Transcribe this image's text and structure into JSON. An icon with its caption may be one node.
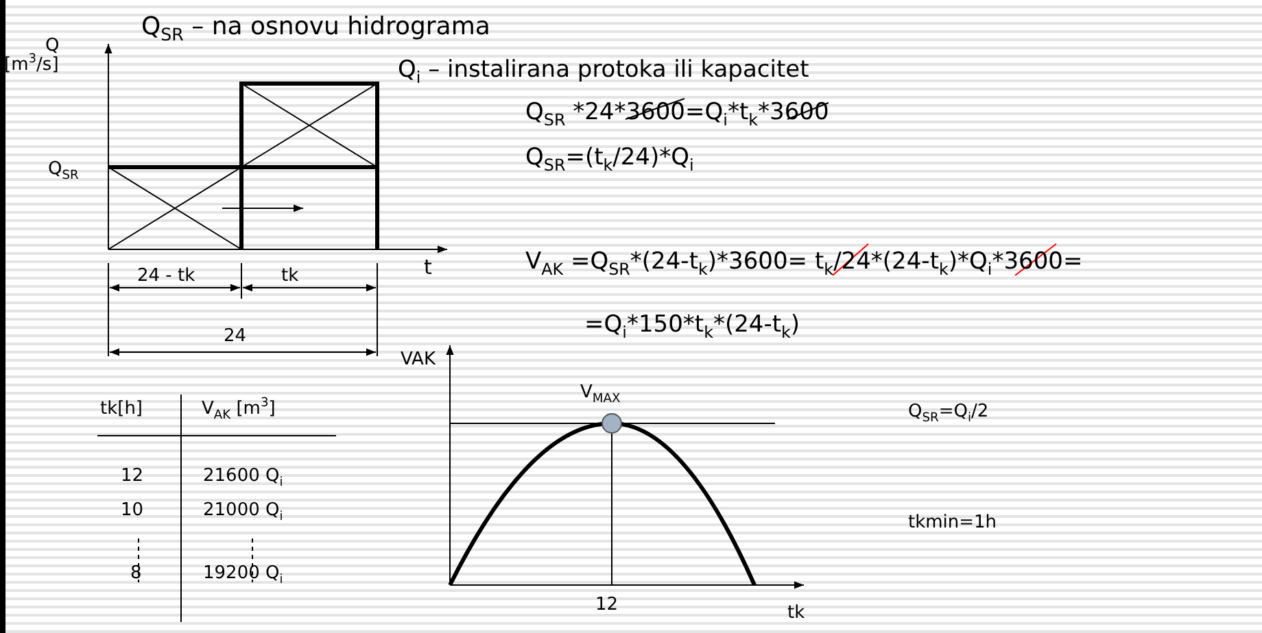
{
  "diagram": {
    "labels": [
      "Q$_{SR}$ – na osnovu hidrograma",
      "Q",
      "[m$^{3}$/s]",
      "Q$_{i}$ – instalirana protoka ili kapacitet",
      "Q$_{SR}$ *24*3600=Q$_{i}$*t$_{k}$*3600",
      "Q$_{SR}$",
      "Q$_{SR}$=(t$_{k}$/24)*Q$_{i}$",
      "t",
      "24 - tk",
      "tk",
      "V$_{AK}$ =Q$_{SR}$*(24-t$_{k}$)*3600=",
      "t$_{k}$/24*(24-t$_{k}$)*Q$_{i}$*3600=",
      "24",
      "=Q$_{i}$*150*t$_{k}$*(24-t$_{k}$)",
      "VAK",
      "tk[h]",
      "V$_{AK}$ [m$^{3}$]",
      "V$_{MAX}$",
      "Q$_{SR}$=Q$_{i}$/2",
      "12",
      "21600 Q$_{i}$",
      "10",
      "21000 Q$_{i}$",
      "tkmin=1h",
      "8",
      "19200 Q$_{i}$",
      "12",
      "tk"
    ]
  }
}
